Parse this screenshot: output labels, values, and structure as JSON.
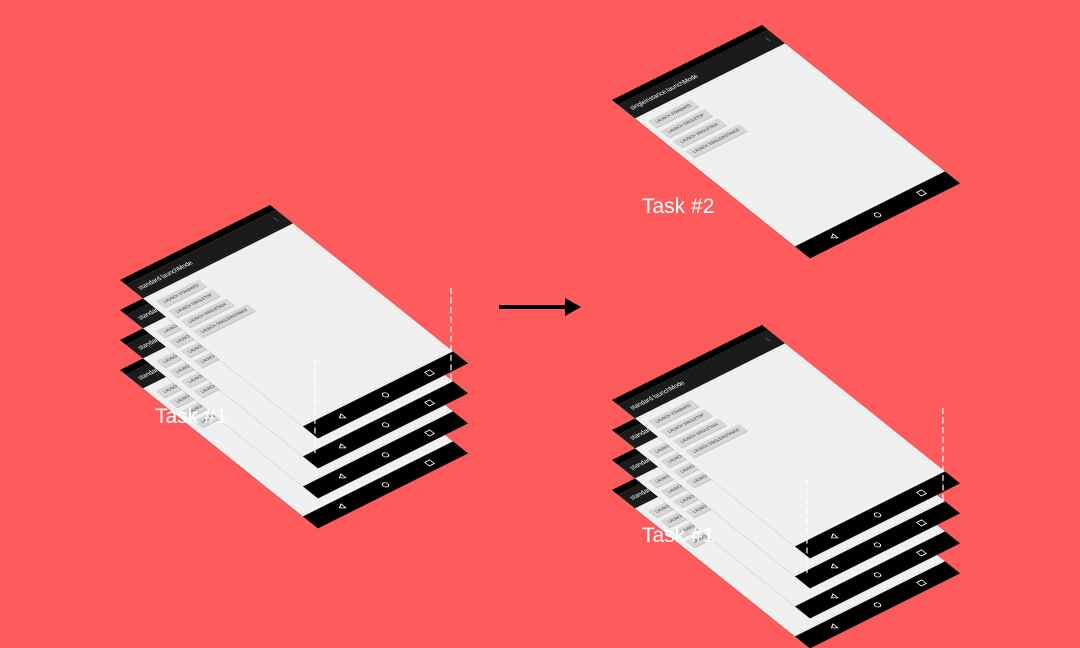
{
  "labels": {
    "left_task": "Task #1",
    "right_top_task": "Task #2",
    "right_bottom_task": "Task #1"
  },
  "screens": {
    "standard": {
      "title": "standard launchMode",
      "buttons": [
        "LAUNCH STANDARD",
        "LAUNCH SINGLETOP",
        "LAUNCH SINGLETASK",
        "LAUNCH SINGLEINSTANCE"
      ]
    },
    "singleinstance": {
      "title": "singleinstance launchMode",
      "buttons": [
        "LAUNCH STANDARD",
        "LAUNCH SINGLETOP",
        "LAUNCH SINGLETASK",
        "LAUNCH SINGLEINSTANCE"
      ]
    }
  },
  "colors": {
    "background": "#fe5c5c",
    "screen": "#f0f0f0",
    "bars": "#000000",
    "button": "#d7d7d7"
  },
  "icons": [
    "back-icon",
    "home-icon",
    "recent-apps-icon",
    "overflow-menu-icon",
    "arrow-right-icon"
  ]
}
